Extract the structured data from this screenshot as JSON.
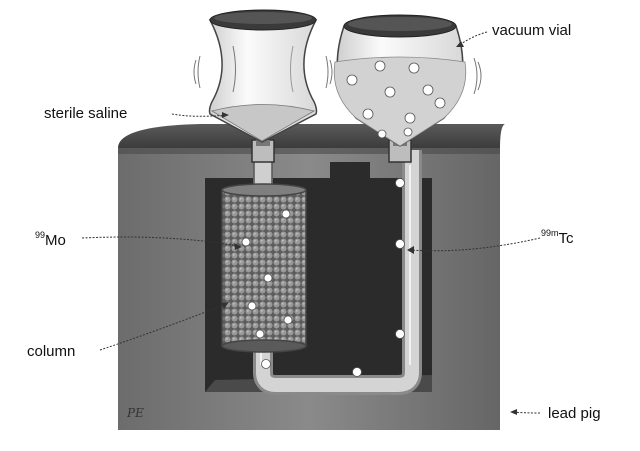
{
  "labels": {
    "vacuum_vial": "vacuum vial",
    "sterile_saline": "sterile saline",
    "mo_sup": "99",
    "mo": "Mo",
    "tc_sup": "99m",
    "tc": "Tc",
    "column": "column",
    "lead_pig": "lead pig"
  },
  "signature": "PE",
  "colors": {
    "lead_top": "#555555",
    "lead_front": "#7a7a7a",
    "cavity": "#2e2e2e",
    "tube": "#d2d2d2",
    "glass": "#eaeaea",
    "liquid": "#cfcfcf",
    "bead": "#8f8f8f"
  }
}
